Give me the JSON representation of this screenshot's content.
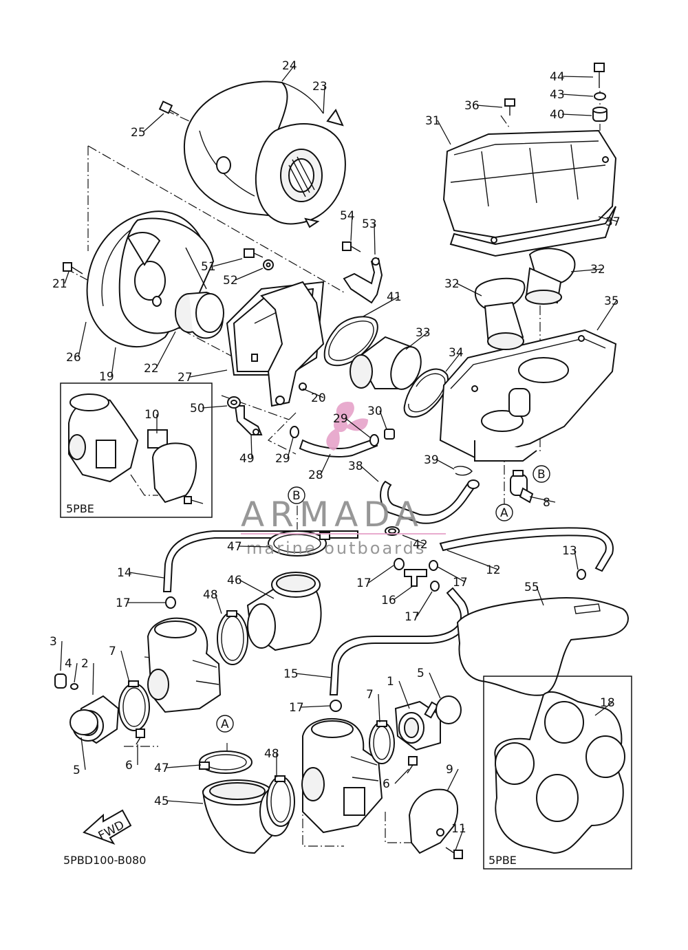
{
  "diagram": {
    "code": "5PBD100-B080",
    "fwd_label": "FWD",
    "watermark": {
      "brand": "ARMADA",
      "tagline": "marine outboards",
      "brand_color": "#e6a3c9"
    },
    "insets": [
      {
        "id": "inset-carb",
        "label": "5PBE"
      },
      {
        "id": "inset-gasket",
        "label": "5PBE"
      }
    ],
    "callouts": [
      {
        "id": "c1",
        "label": "1"
      },
      {
        "id": "c2",
        "label": "2"
      },
      {
        "id": "c3",
        "label": "3"
      },
      {
        "id": "c4",
        "label": "4"
      },
      {
        "id": "c5a",
        "label": "5"
      },
      {
        "id": "c5b",
        "label": "5"
      },
      {
        "id": "c6a",
        "label": "6"
      },
      {
        "id": "c6b",
        "label": "6"
      },
      {
        "id": "c7a",
        "label": "7"
      },
      {
        "id": "c7b",
        "label": "7"
      },
      {
        "id": "c8",
        "label": "8"
      },
      {
        "id": "c9",
        "label": "9"
      },
      {
        "id": "c10",
        "label": "10"
      },
      {
        "id": "c11",
        "label": "11"
      },
      {
        "id": "c12",
        "label": "12"
      },
      {
        "id": "c13",
        "label": "13"
      },
      {
        "id": "c14",
        "label": "14"
      },
      {
        "id": "c15",
        "label": "15"
      },
      {
        "id": "c16",
        "label": "16"
      },
      {
        "id": "c17a",
        "label": "17"
      },
      {
        "id": "c17b",
        "label": "17"
      },
      {
        "id": "c17c",
        "label": "17"
      },
      {
        "id": "c17d",
        "label": "17"
      },
      {
        "id": "c17e",
        "label": "17"
      },
      {
        "id": "c18",
        "label": "18"
      },
      {
        "id": "c19",
        "label": "19"
      },
      {
        "id": "c20",
        "label": "20"
      },
      {
        "id": "c21",
        "label": "21"
      },
      {
        "id": "c22",
        "label": "22"
      },
      {
        "id": "c23",
        "label": "23"
      },
      {
        "id": "c24",
        "label": "24"
      },
      {
        "id": "c25",
        "label": "25"
      },
      {
        "id": "c26",
        "label": "26"
      },
      {
        "id": "c27",
        "label": "27"
      },
      {
        "id": "c28",
        "label": "28"
      },
      {
        "id": "c29a",
        "label": "29"
      },
      {
        "id": "c29b",
        "label": "29"
      },
      {
        "id": "c30",
        "label": "30"
      },
      {
        "id": "c31",
        "label": "31"
      },
      {
        "id": "c32a",
        "label": "32"
      },
      {
        "id": "c32b",
        "label": "32"
      },
      {
        "id": "c33",
        "label": "33"
      },
      {
        "id": "c34",
        "label": "34"
      },
      {
        "id": "c35",
        "label": "35"
      },
      {
        "id": "c36",
        "label": "36"
      },
      {
        "id": "c37",
        "label": "37"
      },
      {
        "id": "c38",
        "label": "38"
      },
      {
        "id": "c39",
        "label": "39"
      },
      {
        "id": "c40",
        "label": "40"
      },
      {
        "id": "c41",
        "label": "41"
      },
      {
        "id": "c42",
        "label": "42"
      },
      {
        "id": "c43",
        "label": "43"
      },
      {
        "id": "c44",
        "label": "44"
      },
      {
        "id": "c45",
        "label": "45"
      },
      {
        "id": "c46",
        "label": "46"
      },
      {
        "id": "c47a",
        "label": "47"
      },
      {
        "id": "c47b",
        "label": "47"
      },
      {
        "id": "c48a",
        "label": "48"
      },
      {
        "id": "c48b",
        "label": "48"
      },
      {
        "id": "c49",
        "label": "49"
      },
      {
        "id": "c50",
        "label": "50"
      },
      {
        "id": "c51",
        "label": "51"
      },
      {
        "id": "c52",
        "label": "52"
      },
      {
        "id": "c53",
        "label": "53"
      },
      {
        "id": "c54",
        "label": "54"
      },
      {
        "id": "c55",
        "label": "55"
      }
    ],
    "refs": [
      {
        "id": "refA1",
        "label": "A"
      },
      {
        "id": "refA2",
        "label": "A"
      },
      {
        "id": "refB1",
        "label": "B"
      },
      {
        "id": "refB2",
        "label": "B"
      }
    ]
  }
}
